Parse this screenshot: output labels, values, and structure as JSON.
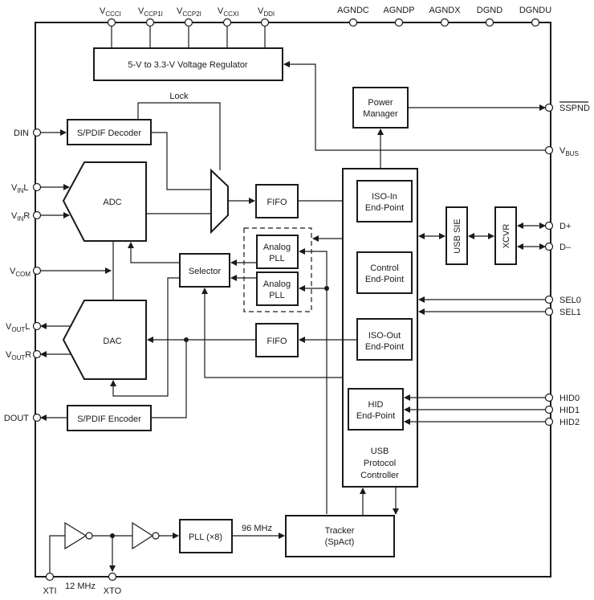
{
  "title": "USB Audio Codec Functional Block Diagram",
  "power_pins": {
    "vccci": {
      "base": "V",
      "sub": "CCCI"
    },
    "vccp1i": {
      "base": "V",
      "sub": "CCP1I"
    },
    "vccp2i": {
      "base": "V",
      "sub": "CCP2I"
    },
    "vccxi": {
      "base": "V",
      "sub": "CCXI"
    },
    "vddi": {
      "base": "V",
      "sub": "DDI"
    }
  },
  "ground_pins": [
    "AGNDC",
    "AGNDP",
    "AGNDX",
    "DGND",
    "DGNDU"
  ],
  "left_pins": {
    "din": "DIN",
    "vinl": {
      "base": "V",
      "sub": "IN",
      "suffix": "L"
    },
    "vinr": {
      "base": "V",
      "sub": "IN",
      "suffix": "R"
    },
    "vcom": {
      "base": "V",
      "sub": "COM"
    },
    "voutl": {
      "base": "V",
      "sub": "OUT",
      "suffix": "L"
    },
    "voutr": {
      "base": "V",
      "sub": "OUT",
      "suffix": "R"
    },
    "dout": "DOUT"
  },
  "right_pins": {
    "sspnd": "SSPND",
    "vbus": {
      "base": "V",
      "sub": "BUS"
    },
    "dplus": "D+",
    "dminus": "D–",
    "sel0": "SEL0",
    "sel1": "SEL1",
    "hid0": "HID0",
    "hid1": "HID1",
    "hid2": "HID2"
  },
  "bottom_pins": {
    "xti": "XTI",
    "xto": "XTO",
    "crystal_freq": "12 MHz"
  },
  "blocks": {
    "regulator": "5-V to 3.3-V Voltage Regulator",
    "spdif_decoder": "S/PDIF Decoder",
    "lock_label": "Lock",
    "adc": "ADC",
    "dac": "DAC",
    "fifo_in": "FIFO",
    "fifo_out": "FIFO",
    "selector": "Selector",
    "analog_pll_1": [
      "Analog",
      "PLL"
    ],
    "analog_pll_2": [
      "Analog",
      "PLL"
    ],
    "power_manager": [
      "Power",
      "Manager"
    ],
    "iso_in": [
      "ISO-In",
      "End-Point"
    ],
    "control_ep": [
      "Control",
      "End-Point"
    ],
    "iso_out": [
      "ISO-Out",
      "End-Point"
    ],
    "hid_ep": [
      "HID",
      "End-Point"
    ],
    "usb_controller": [
      "USB",
      "Protocol",
      "Controller"
    ],
    "usb_sie": "USB SIE",
    "xcvr": "XCVR",
    "spdif_encoder": "S/PDIF Encoder",
    "pll_x8": "PLL (×8)",
    "pll_freq": "96 MHz",
    "tracker": [
      "Tracker",
      "(SpAct)"
    ]
  }
}
